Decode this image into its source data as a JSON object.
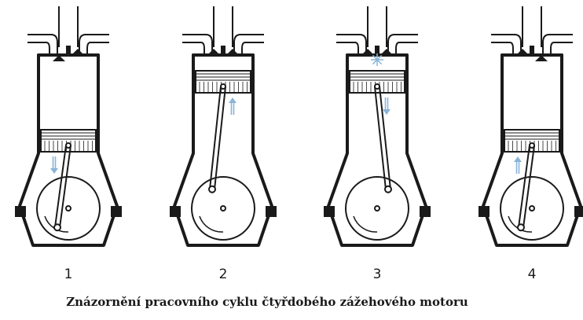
{
  "diagram": {
    "caption": "Znázornění pracovního cyklu čtyřdobého zážehového motoru",
    "arrow_color": "#8ab4d8",
    "stroke_color": "#1a1a1a",
    "stages": [
      {
        "label": "1",
        "piston_position": "bottom",
        "piston_motion": "down",
        "crank_angle_deg": 210,
        "intake_valve": "open",
        "exhaust_valve": "closed",
        "spark": false
      },
      {
        "label": "2",
        "piston_position": "top",
        "piston_motion": "up",
        "crank_angle_deg": 330,
        "intake_valve": "closed",
        "exhaust_valve": "closed",
        "spark": false
      },
      {
        "label": "3",
        "piston_position": "top",
        "piston_motion": "down",
        "crank_angle_deg": 30,
        "intake_valve": "closed",
        "exhaust_valve": "closed",
        "spark": true
      },
      {
        "label": "4",
        "piston_position": "bottom",
        "piston_motion": "up",
        "crank_angle_deg": 210,
        "intake_valve": "closed",
        "exhaust_valve": "open",
        "spark": false
      }
    ]
  }
}
